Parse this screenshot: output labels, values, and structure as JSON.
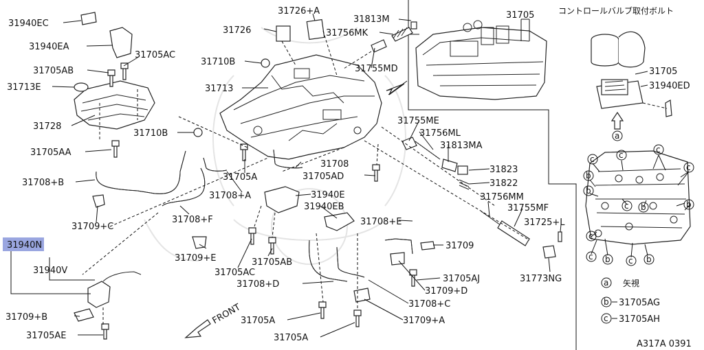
{
  "labels": {
    "p31940EC": "31940EC",
    "p31940EA": "31940EA",
    "p31705AC": "31705AC",
    "p31705AB": "31705AB",
    "p31713E": "31713E",
    "p31728": "31728",
    "p31710B_a": "31710B",
    "p31705AA": "31705AA",
    "p31708B": "31708+B",
    "p31709C": "31709+C",
    "p31708F": "31708+F",
    "p31940N": "31940N",
    "p31940V": "31940V",
    "p31709B": "31709+B",
    "p31705AE": "31705AE",
    "p31726": "31726",
    "p31726A": "31726+A",
    "p31813M": "31813M",
    "p31756MK": "31756MK",
    "p31710B_b": "31710B",
    "p31755MD": "31755MD",
    "p31713": "31713",
    "p31705A_a": "31705A",
    "p31708": "31708",
    "p31705AD": "31705AD",
    "p31708A": "31708+A",
    "p31940E": "31940E",
    "p31940EB": "31940EB",
    "p31709E": "31709+E",
    "p31705AB_b": "31705AB",
    "p31705AC_b": "31705AC",
    "p31708E": "31708+E",
    "p31709": "31709",
    "p31705AJ": "31705AJ",
    "p31708D": "31708+D",
    "p31709D": "31709+D",
    "p31708C": "31708+C",
    "p31705A_b": "31705A",
    "p31709A": "31709+A",
    "p31705A_c": "31705A",
    "p31755ME": "31755ME",
    "p31756ML": "31756ML",
    "p31813MA": "31813MA",
    "p31823": "31823",
    "p31822": "31822",
    "p31756MM": "31756MM",
    "p31755MF": "31755MF",
    "p31725L": "31725+L",
    "p31773NG": "31773NG",
    "p31705_top": "31705",
    "p31705_inset": "31705",
    "p31940ED": "31940ED",
    "front": "FRONT"
  },
  "inset": {
    "title": "コントロールバルブ取付ボルト",
    "marker_a": "a",
    "marker_b": "b",
    "marker_c": "c",
    "legend": {
      "a_text": "矢視",
      "b_text": "31705AG",
      "c_text": "31705AH"
    }
  },
  "footer_code": "A317A 0391",
  "colors": {
    "highlight": "#9aa6e0"
  }
}
